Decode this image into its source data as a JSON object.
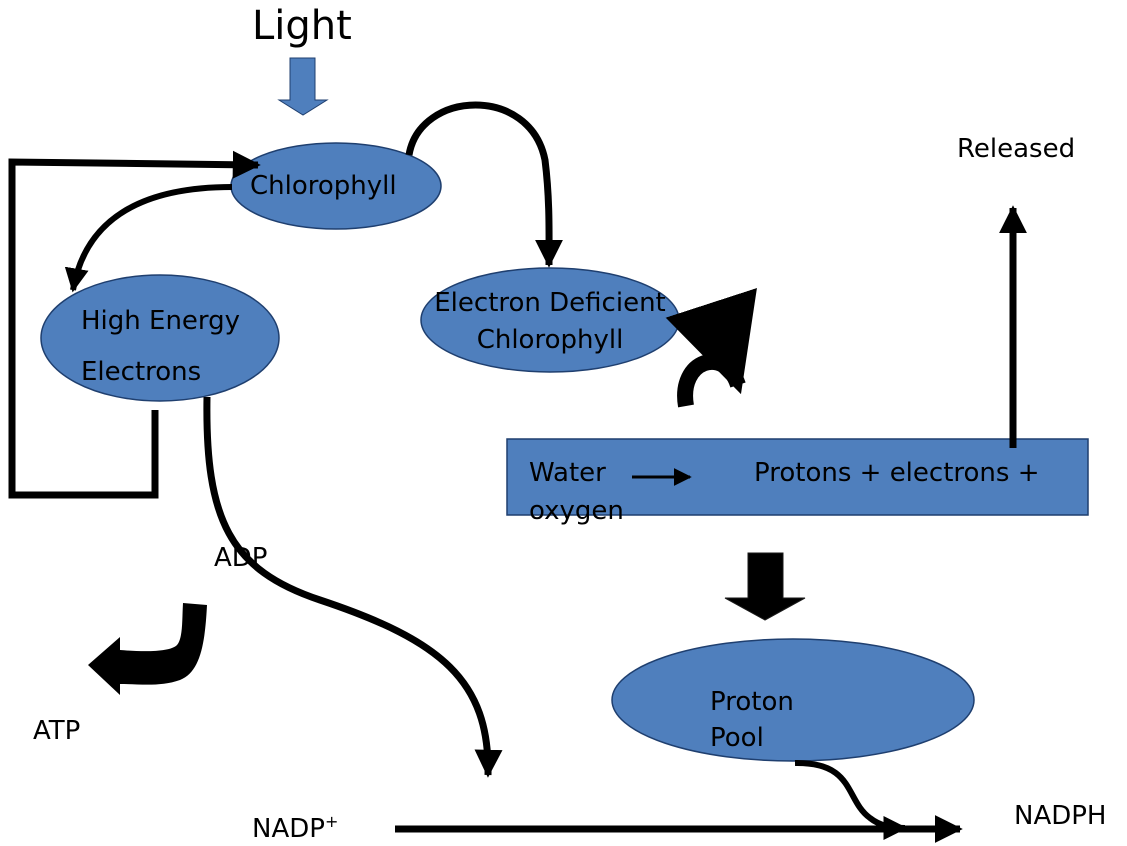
{
  "colors": {
    "node_fill": "#4f7fbd",
    "node_stroke": "#1f3f6f",
    "arrow": "#000000",
    "text": "#000000"
  },
  "labels": {
    "light": "Light",
    "chlorophyll": "Chlorophyll",
    "high_energy_line1": "High Energy",
    "high_energy_line2": "Electrons",
    "electron_deficient": "Electron Deficient Chlorophyll",
    "water": "Water",
    "protons_electrons": "Protons + electrons +",
    "oxygen": "oxygen",
    "released": "Released",
    "adp": "ADP",
    "atp": "ATP",
    "proton_pool_line1": "Proton",
    "proton_pool_line2": "Pool",
    "nadp": "NADP",
    "nadp_superscript": "+",
    "nadph": "NADPH"
  }
}
